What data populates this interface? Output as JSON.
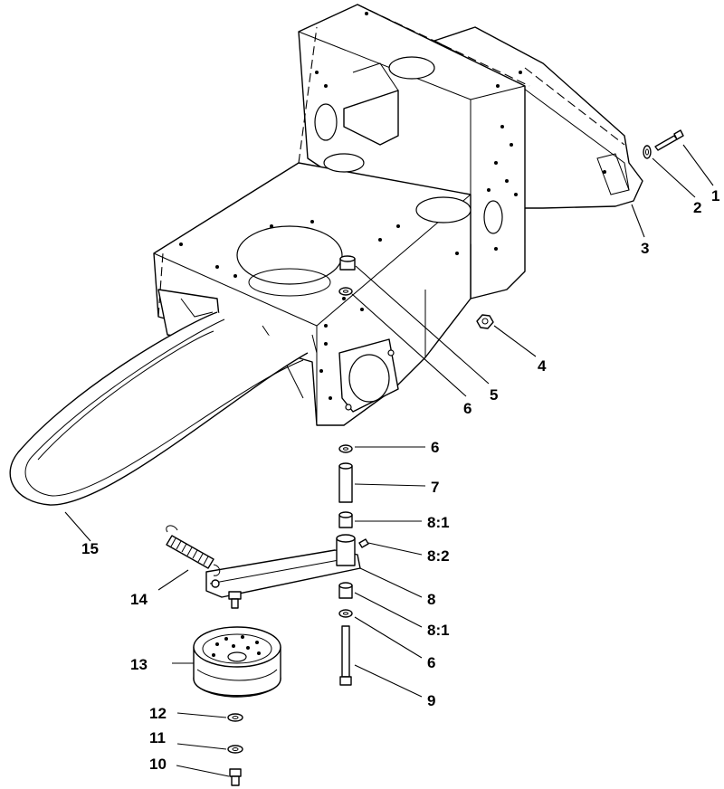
{
  "callouts": [
    {
      "id": "c1",
      "label": "1"
    },
    {
      "id": "c2",
      "label": "2"
    },
    {
      "id": "c3",
      "label": "3"
    },
    {
      "id": "c4",
      "label": "4"
    },
    {
      "id": "c5",
      "label": "5"
    },
    {
      "id": "c6a",
      "label": "6"
    },
    {
      "id": "c6b",
      "label": "6"
    },
    {
      "id": "c7",
      "label": "7"
    },
    {
      "id": "c81a",
      "label": "8:1"
    },
    {
      "id": "c82",
      "label": "8:2"
    },
    {
      "id": "c8",
      "label": "8"
    },
    {
      "id": "c81b",
      "label": "8:1"
    },
    {
      "id": "c6c",
      "label": "6"
    },
    {
      "id": "c9",
      "label": "9"
    },
    {
      "id": "c10",
      "label": "10"
    },
    {
      "id": "c11",
      "label": "11"
    },
    {
      "id": "c12",
      "label": "12"
    },
    {
      "id": "c13",
      "label": "13"
    },
    {
      "id": "c14",
      "label": "14"
    },
    {
      "id": "c15",
      "label": "15"
    }
  ]
}
